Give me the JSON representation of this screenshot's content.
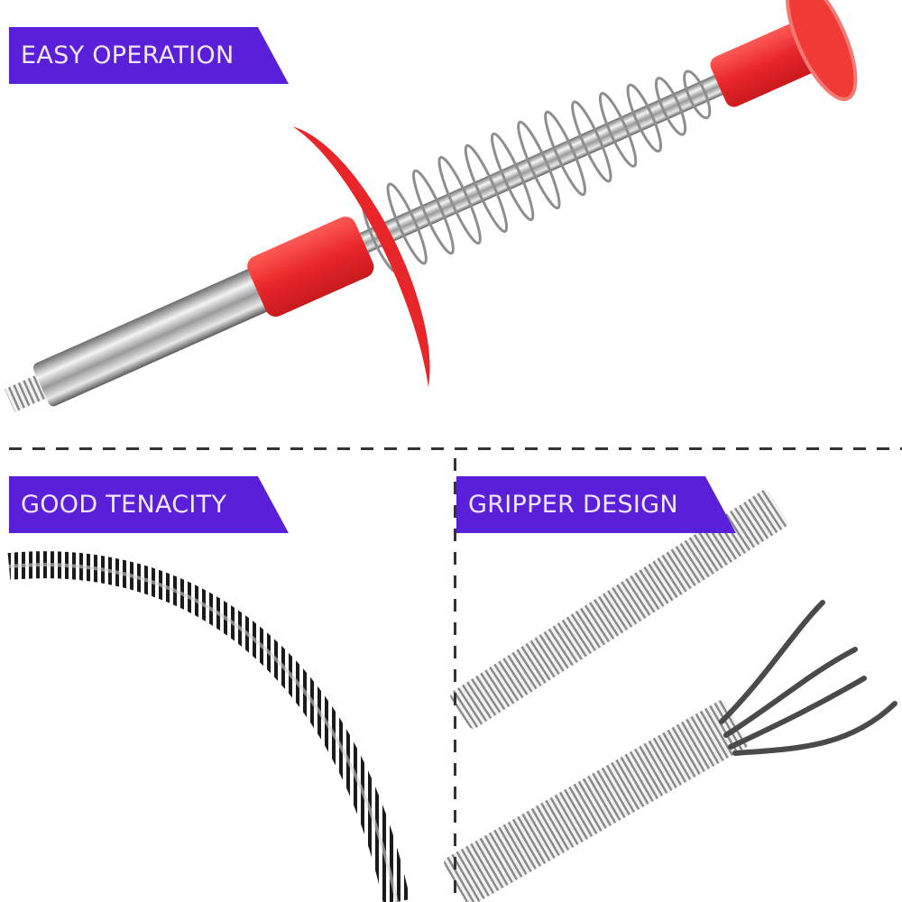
{
  "colors": {
    "accent": "#5a1fd8",
    "banner_text": "#f1e8ff",
    "red": "#e8262a",
    "divider": "#333333"
  },
  "panels": [
    {
      "id": "top",
      "banner": "EASY OPERATION",
      "image": "drain-snake-handle-with-spring-and-suction-cup"
    },
    {
      "id": "bottom-left",
      "banner": "GOOD TENACITY",
      "image": "flexible-coiled-spring-cable"
    },
    {
      "id": "bottom-right",
      "banner": "GRIPPER DESIGN",
      "image": "four-claw-gripper-end"
    }
  ]
}
